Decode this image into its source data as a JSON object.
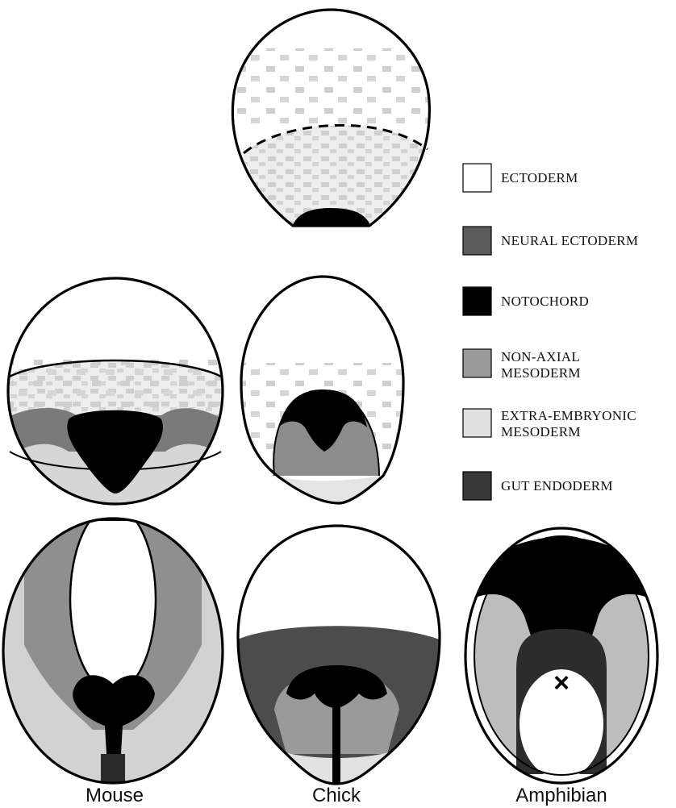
{
  "legend": {
    "ectoderm": [
      "ECTODERM"
    ],
    "neural_ectoderm": [
      "NEURAL ECTODERM"
    ],
    "notochord": [
      "NOTOCHORD"
    ],
    "non_axial_mesoderm": [
      "NON-AXIAL",
      "MESODERM"
    ],
    "extra_embryonic_mesoderm": [
      "EXTRA-EMBRYONIC",
      "MESODERM"
    ],
    "gut_endoderm": [
      "GUT ENDODERM"
    ]
  },
  "captions": {
    "mouse": "Mouse",
    "chick": "Chick",
    "amphibian": "Amphibian"
  },
  "markers": {
    "blastopore": "×"
  },
  "colors": {
    "ectoderm": "#ffffff",
    "neural_ectoderm": "#5a5a5a",
    "notochord": "#000000",
    "non_axial_mesoderm": "#9a9a9a",
    "extra_embryonic_mesoderm": "#e0e0e0",
    "gut_endoderm": "#383838"
  }
}
